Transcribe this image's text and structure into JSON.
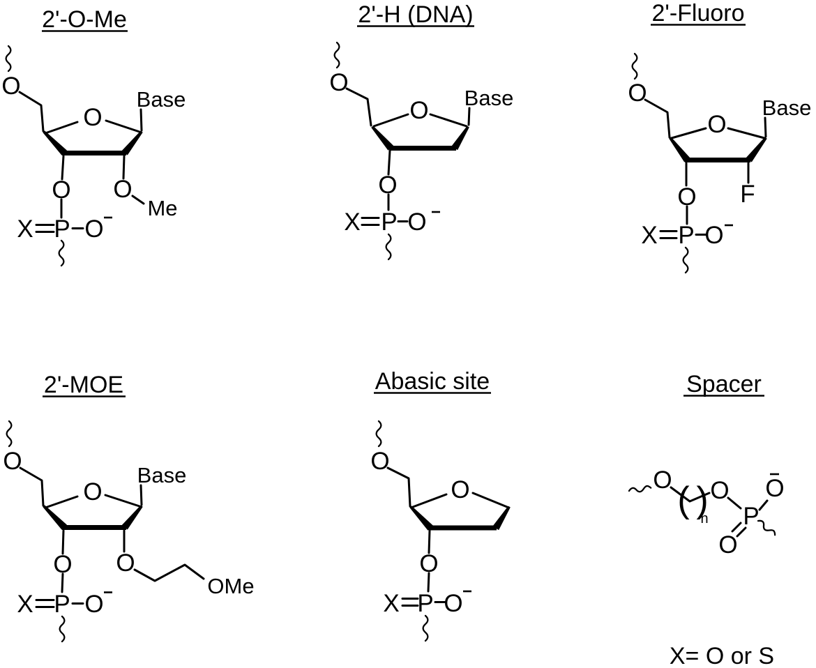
{
  "figure": {
    "background": "#ffffff",
    "ink": "#000000",
    "footnote": "X= O or S",
    "structures": [
      {
        "id": "2-O-Me",
        "title": "2'-O-Me",
        "atoms": {
          "o5": "O",
          "ring_o": "O",
          "base": "Base",
          "o3": "O",
          "x": "X",
          "p": "P",
          "o_p": "O",
          "o2": "O",
          "r2": "Me"
        }
      },
      {
        "id": "2-H-DNA",
        "title": "2'-H (DNA)",
        "atoms": {
          "o5": "O",
          "ring_o": "O",
          "base": "Base",
          "o3": "O",
          "x": "X",
          "p": "P",
          "o_p": "O"
        }
      },
      {
        "id": "2-Fluoro",
        "title": "2'-Fluoro",
        "atoms": {
          "o5": "O",
          "ring_o": "O",
          "base": "Base",
          "o3": "O",
          "x": "X",
          "p": "P",
          "o_p": "O",
          "r2": "F"
        }
      },
      {
        "id": "2-MOE",
        "title": "2'-MOE",
        "atoms": {
          "o5": "O",
          "ring_o": "O",
          "base": "Base",
          "o3": "O",
          "x": "X",
          "p": "P",
          "o_p": "O",
          "o2": "O",
          "r2": "OMe"
        }
      },
      {
        "id": "abasic",
        "title": "Abasic site",
        "atoms": {
          "o5": "O",
          "ring_o": "O",
          "o3": "O",
          "x": "X",
          "p": "P",
          "o_p": "O"
        }
      },
      {
        "id": "spacer",
        "title": "Spacer",
        "atoms": {
          "o_left": "O",
          "paren_left": "(",
          "paren_right": ")",
          "n": "n",
          "o_mid": "O",
          "p": "P",
          "o_minus": "O",
          "o_dbl": "O"
        }
      }
    ]
  }
}
